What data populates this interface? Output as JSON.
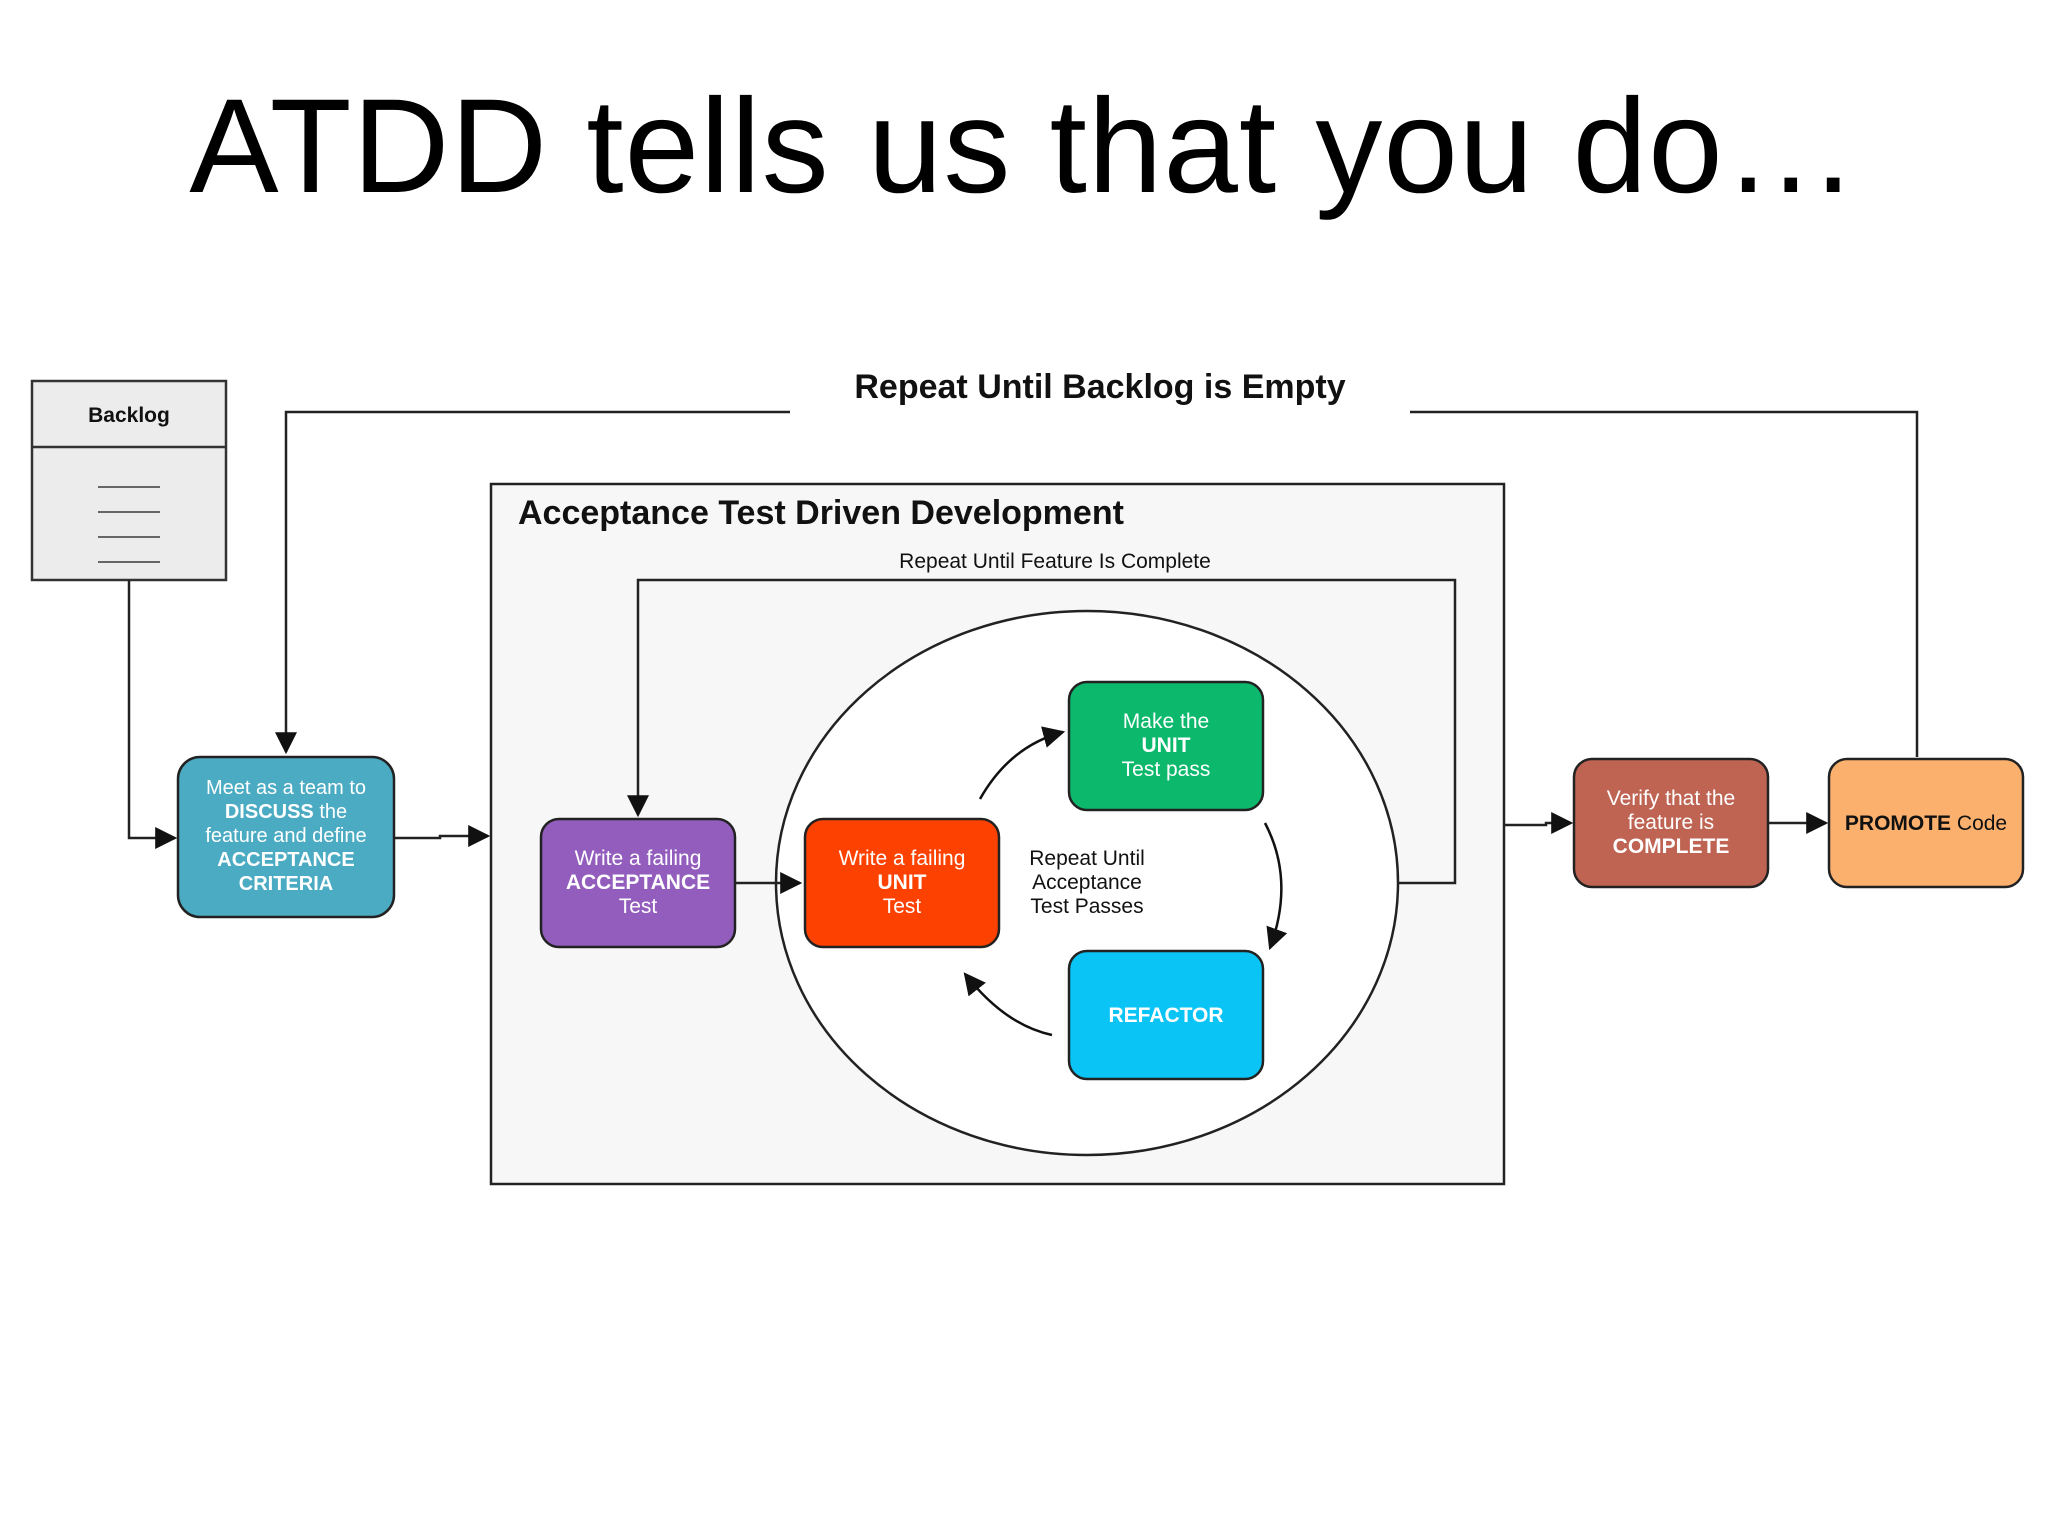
{
  "slide": {
    "title": "ATDD tells us that you do…"
  },
  "outer_loop": {
    "label": "Repeat Until Backlog is Empty"
  },
  "backlog": {
    "title": "Backlog",
    "line_count": 4
  },
  "discuss": {
    "lines": [
      [
        {
          "t": "Meet as a team to",
          "b": false
        }
      ],
      [
        {
          "t": "DISCUSS",
          "b": true
        },
        {
          "t": " the",
          "b": false
        }
      ],
      [
        {
          "t": "feature and define",
          "b": false
        }
      ],
      [
        {
          "t": "ACCEPTANCE",
          "b": true
        }
      ],
      [
        {
          "t": "CRITERIA",
          "b": true
        }
      ]
    ]
  },
  "atdd": {
    "title": "Acceptance Test Driven Development",
    "feature_loop_label": "Repeat Until Feature Is Complete"
  },
  "acceptance_test": {
    "lines": [
      [
        {
          "t": "Write a failing",
          "b": false
        }
      ],
      [
        {
          "t": "ACCEPTANCE",
          "b": true
        }
      ],
      [
        {
          "t": "Test",
          "b": false
        }
      ]
    ]
  },
  "unit_test": {
    "lines": [
      [
        {
          "t": "Write a failing",
          "b": false
        }
      ],
      [
        {
          "t": "UNIT",
          "b": true
        }
      ],
      [
        {
          "t": "Test",
          "b": false
        }
      ]
    ]
  },
  "make_pass": {
    "lines": [
      [
        {
          "t": "Make the",
          "b": false
        }
      ],
      [
        {
          "t": "UNIT",
          "b": true
        }
      ],
      [
        {
          "t": "Test pass",
          "b": false
        }
      ]
    ]
  },
  "refactor": {
    "lines": [
      [
        {
          "t": "REFACTOR",
          "b": true
        }
      ]
    ]
  },
  "inner_loop": {
    "lines": [
      "Repeat Until",
      "Acceptance",
      "Test Passes"
    ]
  },
  "verify": {
    "lines": [
      [
        {
          "t": "Verify that the",
          "b": false
        }
      ],
      [
        {
          "t": "feature is",
          "b": false
        }
      ],
      [
        {
          "t": "COMPLETE",
          "b": true
        }
      ]
    ]
  },
  "promote": {
    "lines": [
      [
        {
          "t": "PROMOTE",
          "b": true
        },
        {
          "t": " Code",
          "b": false
        }
      ]
    ]
  },
  "colors": {
    "discuss": "#4aabc3",
    "acceptance": "#925dbd",
    "unit": "#fc4100",
    "make_pass": "#0cb96c",
    "refactor": "#0ac4f5",
    "verify": "#bf6453",
    "promote": "#fbb06d",
    "backlog": "#ececec",
    "atdd_panel": "#f7f7f7"
  }
}
